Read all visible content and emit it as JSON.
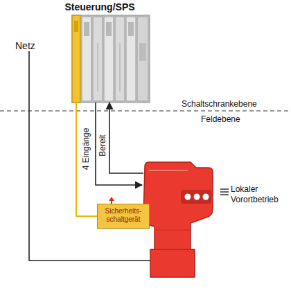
{
  "diagram": {
    "nodes": [
      {
        "text": [
          "Steuerung/SPS"
        ]
      },
      {
        "text": [
          "Sicherheits- schaltgerät"
        ]
      },
      {
        "text": [
          "Lokaler Vorortbetrieb"
        ]
      }
    ],
    "edges": [
      {
        "from": 0,
        "to": 2,
        "label": "4 Eingänge",
        "arrow": "to"
      },
      {
        "from": 2,
        "to": 0,
        "label": "Bereit",
        "arrow": "to"
      },
      {
        "from": 0,
        "to": 1,
        "arrow": "none"
      }
    ],
    "labels": [
      "Netz",
      "Schaltschrankebene",
      "Feldebene"
    ]
  }
}
